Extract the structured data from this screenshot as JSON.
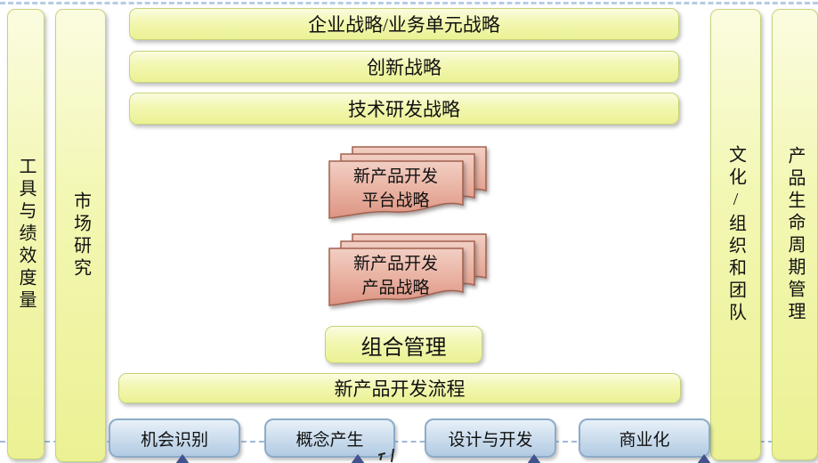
{
  "slide": {
    "background": "#ffffff"
  },
  "colors": {
    "bar_fill_yellow": "#f0f5a6",
    "bar_border_yellow": "#c6d37a",
    "phase_fill_blue": "#c6d9ea",
    "phase_border_blue": "#8cabc9",
    "card_fill_pink": "#e7ab9b",
    "card_border_pink": "#a2624f",
    "dashed_line_blue": "#a8c0dd",
    "arrow_blue": "#44518f",
    "text": "#111111"
  },
  "side_bars": {
    "left": [
      {
        "label": "工具与绩效度量"
      },
      {
        "label": "市场研究"
      }
    ],
    "right": [
      {
        "label": "文化/组织和团队"
      },
      {
        "label": "产品生命周期管理"
      }
    ]
  },
  "strategy_bars": [
    {
      "label": "企业战略/业务单元战略"
    },
    {
      "label": "创新战略"
    },
    {
      "label": "技术研发战略"
    }
  ],
  "document_stacks": [
    {
      "line1": "新产品开发",
      "line2": "平台战略"
    },
    {
      "line1": "新产品开发",
      "line2": "产品战略"
    }
  ],
  "portfolio_box": {
    "label": "组合管理"
  },
  "process_bar": {
    "label": "新产品开发流程"
  },
  "phases": [
    {
      "label": "机会识别"
    },
    {
      "label": "概念产生"
    },
    {
      "label": "设计与开发"
    },
    {
      "label": "商业化"
    }
  ]
}
